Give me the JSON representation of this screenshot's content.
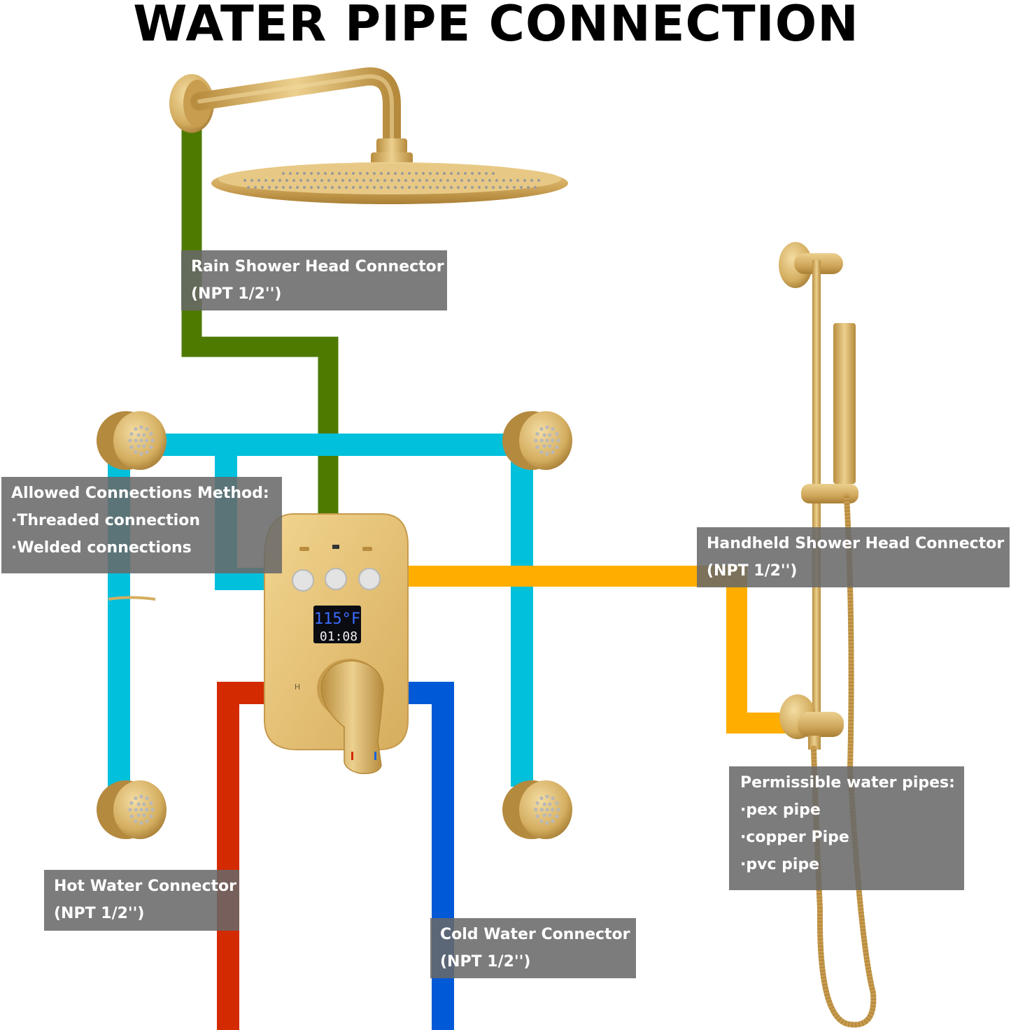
{
  "title": "WATER PIPE CONNECTION",
  "colors": {
    "rain_pipe": "#4e7a00",
    "body_jet_pipe": "#00c0dc",
    "handheld_pipe": "#ffae00",
    "hot_pipe": "#d42a00",
    "cold_pipe": "#0059d6",
    "brass": "#d4ae60",
    "label_bg": "#6a6a6a"
  },
  "valve": {
    "display_temp": "115°F",
    "display_time": "01:08",
    "hot_mark": "H"
  },
  "labels": {
    "rain": {
      "line1": "Rain Shower Head Connector",
      "line2": "(NPT 1/2'')"
    },
    "allowed": {
      "heading": "Allowed Connections Method:",
      "items": [
        "Threaded connection",
        "Welded connections"
      ]
    },
    "handheld": {
      "line1": "Handheld Shower Head Connector",
      "line2": "(NPT 1/2'')"
    },
    "permissible": {
      "heading": "Permissible water pipes:",
      "items": [
        "pex pipe",
        "copper Pipe",
        "pvc pipe"
      ]
    },
    "hot": {
      "line1": "Hot Water Connector",
      "line2": "(NPT 1/2'')"
    },
    "cold": {
      "line1": "Cold Water Connector",
      "line2": "(NPT 1/2'')"
    }
  }
}
